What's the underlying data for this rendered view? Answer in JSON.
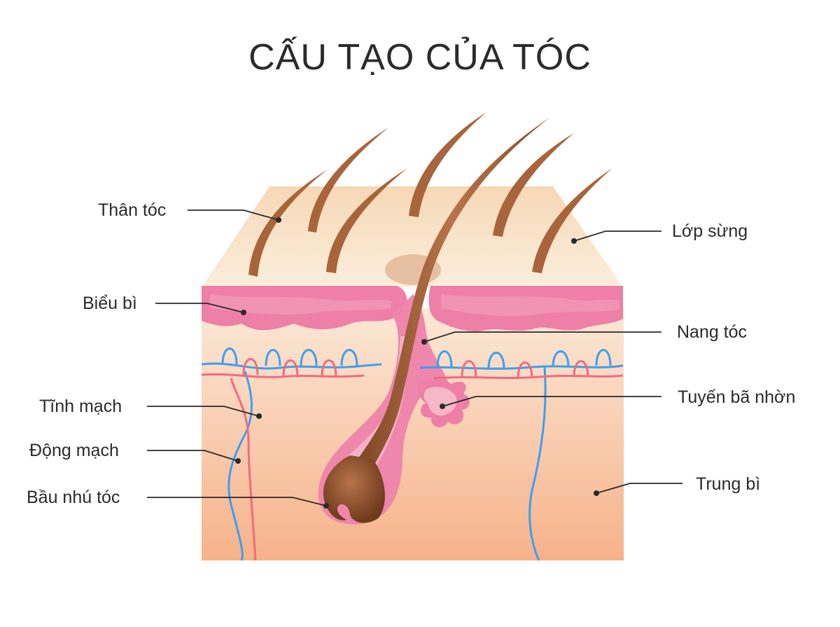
{
  "title": "CẤU TẠO CỦA TÓC",
  "labels": {
    "than_toc": "Thân tóc",
    "bieu_bi": "Biểu bì",
    "tinh_mach": "Tĩnh mạch",
    "dong_mach": "Động mạch",
    "bau_nhu_toc": "Bầu nhú tóc",
    "lop_sung": "Lớp sừng",
    "nang_toc": "Nang tóc",
    "tuyen_ba_nhon": "Tuyến bã nhờn",
    "trung_bi": "Trung bì"
  },
  "colors": {
    "stratum_corneum": "#f8dfc2",
    "epidermis": "#ee7fa6",
    "dermis_top": "#fbe7d4",
    "dermis_bottom": "#f6b48c",
    "hair": "#a8643a",
    "vein": "#3d9ff0",
    "artery": "#f26a7f",
    "leader_line": "#2a2a2a"
  }
}
